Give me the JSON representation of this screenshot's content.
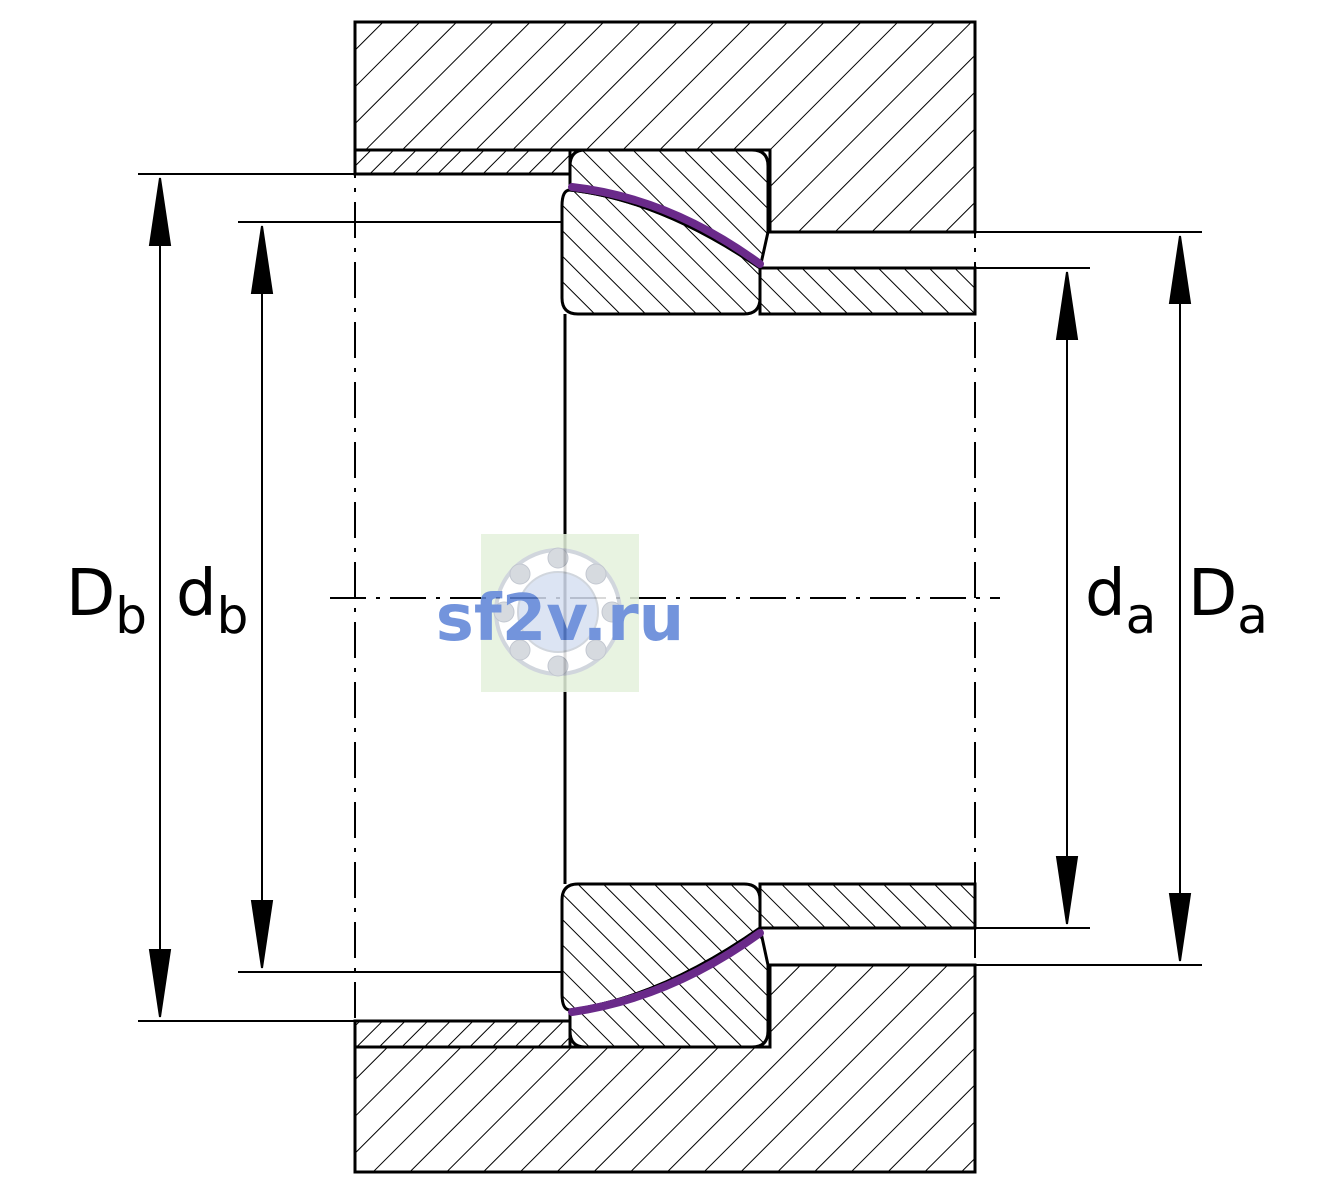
{
  "diagram": {
    "type": "bearing-mounting-dimensions",
    "labels": {
      "Db": {
        "main": "D",
        "sub": "b"
      },
      "db": {
        "main": "d",
        "sub": "b"
      },
      "da": {
        "main": "d",
        "sub": "a"
      },
      "Da": {
        "main": "D",
        "sub": "a"
      }
    },
    "colors": {
      "line": "#000000",
      "seal": "#6a2a8a",
      "watermark_text": "#5b82d6",
      "watermark_bg": "#e4f2dc"
    }
  },
  "watermark": {
    "text": "sf2v.ru",
    "icon": "ball-bearing-icon"
  }
}
